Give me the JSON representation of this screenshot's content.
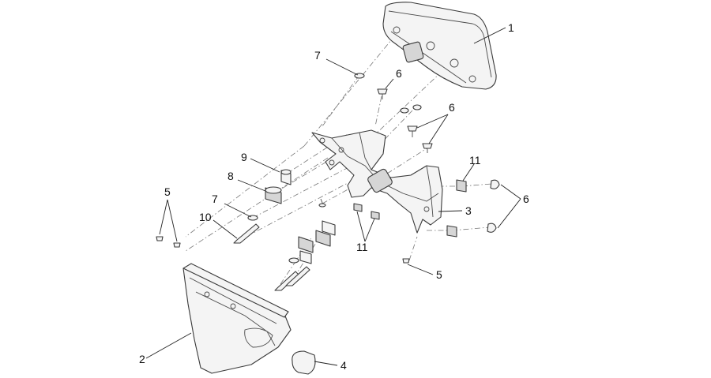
{
  "callouts": [
    {
      "id": "c1",
      "text": "1"
    },
    {
      "id": "c2",
      "text": "2"
    },
    {
      "id": "c3",
      "text": "3"
    },
    {
      "id": "c4",
      "text": "4"
    },
    {
      "id": "c5a",
      "text": "5"
    },
    {
      "id": "c5b",
      "text": "5"
    },
    {
      "id": "c6a",
      "text": "6"
    },
    {
      "id": "c6b",
      "text": "6"
    },
    {
      "id": "c6c",
      "text": "6"
    },
    {
      "id": "c7a",
      "text": "7"
    },
    {
      "id": "c7b",
      "text": "7"
    },
    {
      "id": "c8",
      "text": "8"
    },
    {
      "id": "c9",
      "text": "9"
    },
    {
      "id": "c10",
      "text": "10"
    },
    {
      "id": "c11a",
      "text": "11"
    },
    {
      "id": "c11b",
      "text": "11"
    }
  ]
}
